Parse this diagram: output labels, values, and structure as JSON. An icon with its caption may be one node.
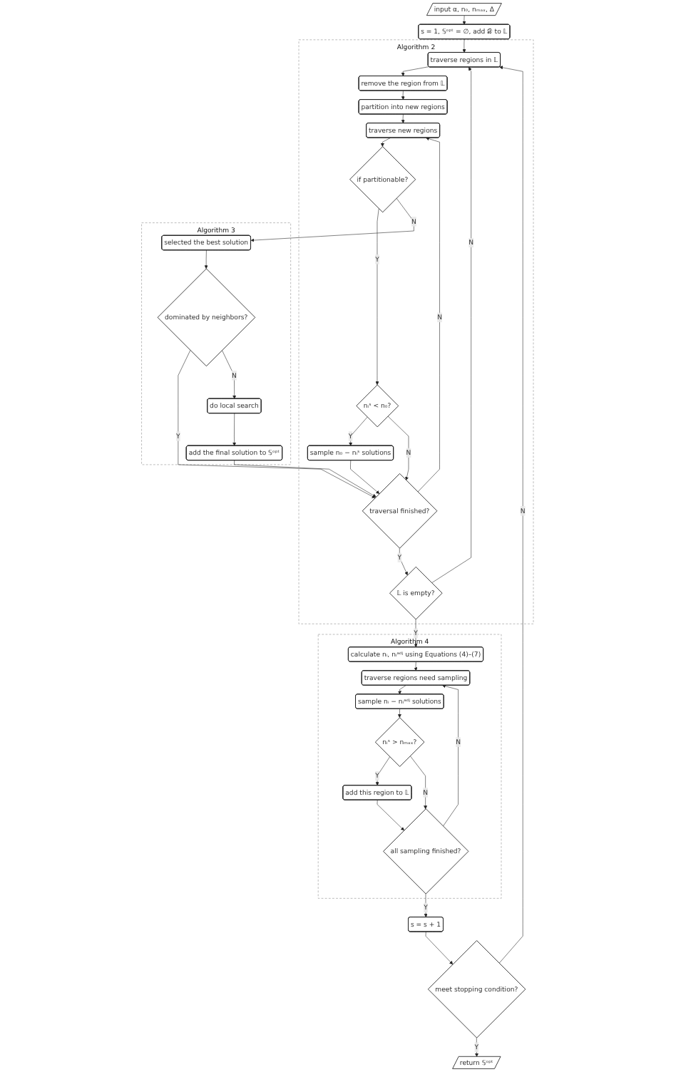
{
  "diagram": {
    "nodes": [
      {
        "text": [
          "input α, n₀, nₘₐₓ, Δ"
        ]
      },
      {
        "text": [
          "s = 1, 𝕊ᵒᵖᵗ = ∅, add 𝒟 to 𝕃"
        ]
      },
      {
        "text": [
          "Algorithm 2"
        ]
      },
      {
        "text": [
          "traverse regions in 𝕃"
        ],
        "in": 2
      },
      {
        "text": [
          "remove the region from 𝕃"
        ],
        "in": 2
      },
      {
        "text": [
          "partition into new regions"
        ],
        "in": 2
      },
      {
        "text": [
          "traverse new regions"
        ],
        "in": 2
      },
      {
        "text": [
          "if partitionable?"
        ],
        "in": 2
      },
      {
        "text": [
          "nᵢˢ < n₀?"
        ],
        "in": 2
      },
      {
        "text": [
          "sample n₀ − nᵢˢ solutions"
        ],
        "in": 2
      },
      {
        "text": [
          "traversal finished?"
        ],
        "in": 2
      },
      {
        "text": [
          "𝕃 is empty?"
        ],
        "in": 2
      },
      {
        "text": [
          "Algorithm 3"
        ]
      },
      {
        "text": [
          "selected the best solution"
        ],
        "in": 12
      },
      {
        "text": [
          "dominated by neighbors?"
        ],
        "in": 12
      },
      {
        "text": [
          "do local search"
        ],
        "in": 12
      },
      {
        "text": [
          "add the final solution to 𝕊ᵒᵖᵗ"
        ],
        "in": 12
      },
      {
        "text": [
          "Algorithm 4"
        ]
      },
      {
        "text": [
          "calculate nᵢ, nᵢᵃᵈʲ using Equations (4)–(7)"
        ],
        "in": 17
      },
      {
        "text": [
          "traverse regions need sampling"
        ],
        "in": 17
      },
      {
        "text": [
          "sample nᵢ − nᵢᵃᵈʲ solutions"
        ],
        "in": 17
      },
      {
        "text": [
          "nᵢˢ > nₘₐₓ?"
        ],
        "in": 17
      },
      {
        "text": [
          "add this region to 𝕃"
        ],
        "in": 17
      },
      {
        "text": [
          "all sampling finished?"
        ],
        "in": 17
      },
      {
        "text": [
          "s = s + 1"
        ]
      },
      {
        "text": [
          "meet stopping condition?"
        ]
      },
      {
        "text": [
          "return 𝕊ᵒᵖᵗ"
        ]
      }
    ],
    "edges": [
      {
        "from": 0,
        "to": 1,
        "arrow": "to"
      },
      {
        "from": 1,
        "to": 3,
        "arrow": "to"
      },
      {
        "from": 3,
        "to": 4,
        "arrow": "to"
      },
      {
        "from": 4,
        "to": 5,
        "arrow": "to"
      },
      {
        "from": 5,
        "to": 6,
        "arrow": "to"
      },
      {
        "from": 6,
        "to": 7,
        "arrow": "to"
      },
      {
        "from": 7,
        "to": 8,
        "arrow": "to",
        "label": "Y"
      },
      {
        "from": 7,
        "to": 13,
        "arrow": "to",
        "label": "N"
      },
      {
        "from": 8,
        "to": 9,
        "arrow": "to",
        "label": "Y"
      },
      {
        "from": 8,
        "to": 10,
        "arrow": "to",
        "label": "N"
      },
      {
        "from": 9,
        "to": 10,
        "arrow": "to"
      },
      {
        "from": 10,
        "to": 6,
        "arrow": "to",
        "label": "N"
      },
      {
        "from": 10,
        "to": 11,
        "arrow": "to",
        "label": "Y"
      },
      {
        "from": 11,
        "to": 3,
        "arrow": "to",
        "label": "N"
      },
      {
        "from": 11,
        "to": 18,
        "arrow": "to",
        "label": "Y"
      },
      {
        "from": 13,
        "to": 14,
        "arrow": "to"
      },
      {
        "from": 14,
        "to": 10,
        "arrow": "to",
        "label": "Y"
      },
      {
        "from": 14,
        "to": 15,
        "arrow": "to",
        "label": "N"
      },
      {
        "from": 15,
        "to": 16,
        "arrow": "to"
      },
      {
        "from": 16,
        "to": 10,
        "arrow": "to"
      },
      {
        "from": 18,
        "to": 19,
        "arrow": "to"
      },
      {
        "from": 19,
        "to": 20,
        "arrow": "to"
      },
      {
        "from": 20,
        "to": 21,
        "arrow": "to"
      },
      {
        "from": 21,
        "to": 22,
        "arrow": "to",
        "label": "Y"
      },
      {
        "from": 21,
        "to": 23,
        "arrow": "to",
        "label": "N"
      },
      {
        "from": 22,
        "to": 23,
        "arrow": "to"
      },
      {
        "from": 23,
        "to": 19,
        "arrow": "to",
        "label": "N"
      },
      {
        "from": 23,
        "to": 24,
        "arrow": "to",
        "label": "Y"
      },
      {
        "from": 24,
        "to": 25,
        "arrow": "to"
      },
      {
        "from": 25,
        "to": 3,
        "arrow": "to",
        "label": "N"
      },
      {
        "from": 25,
        "to": 26,
        "arrow": "to",
        "label": "Y"
      }
    ]
  }
}
